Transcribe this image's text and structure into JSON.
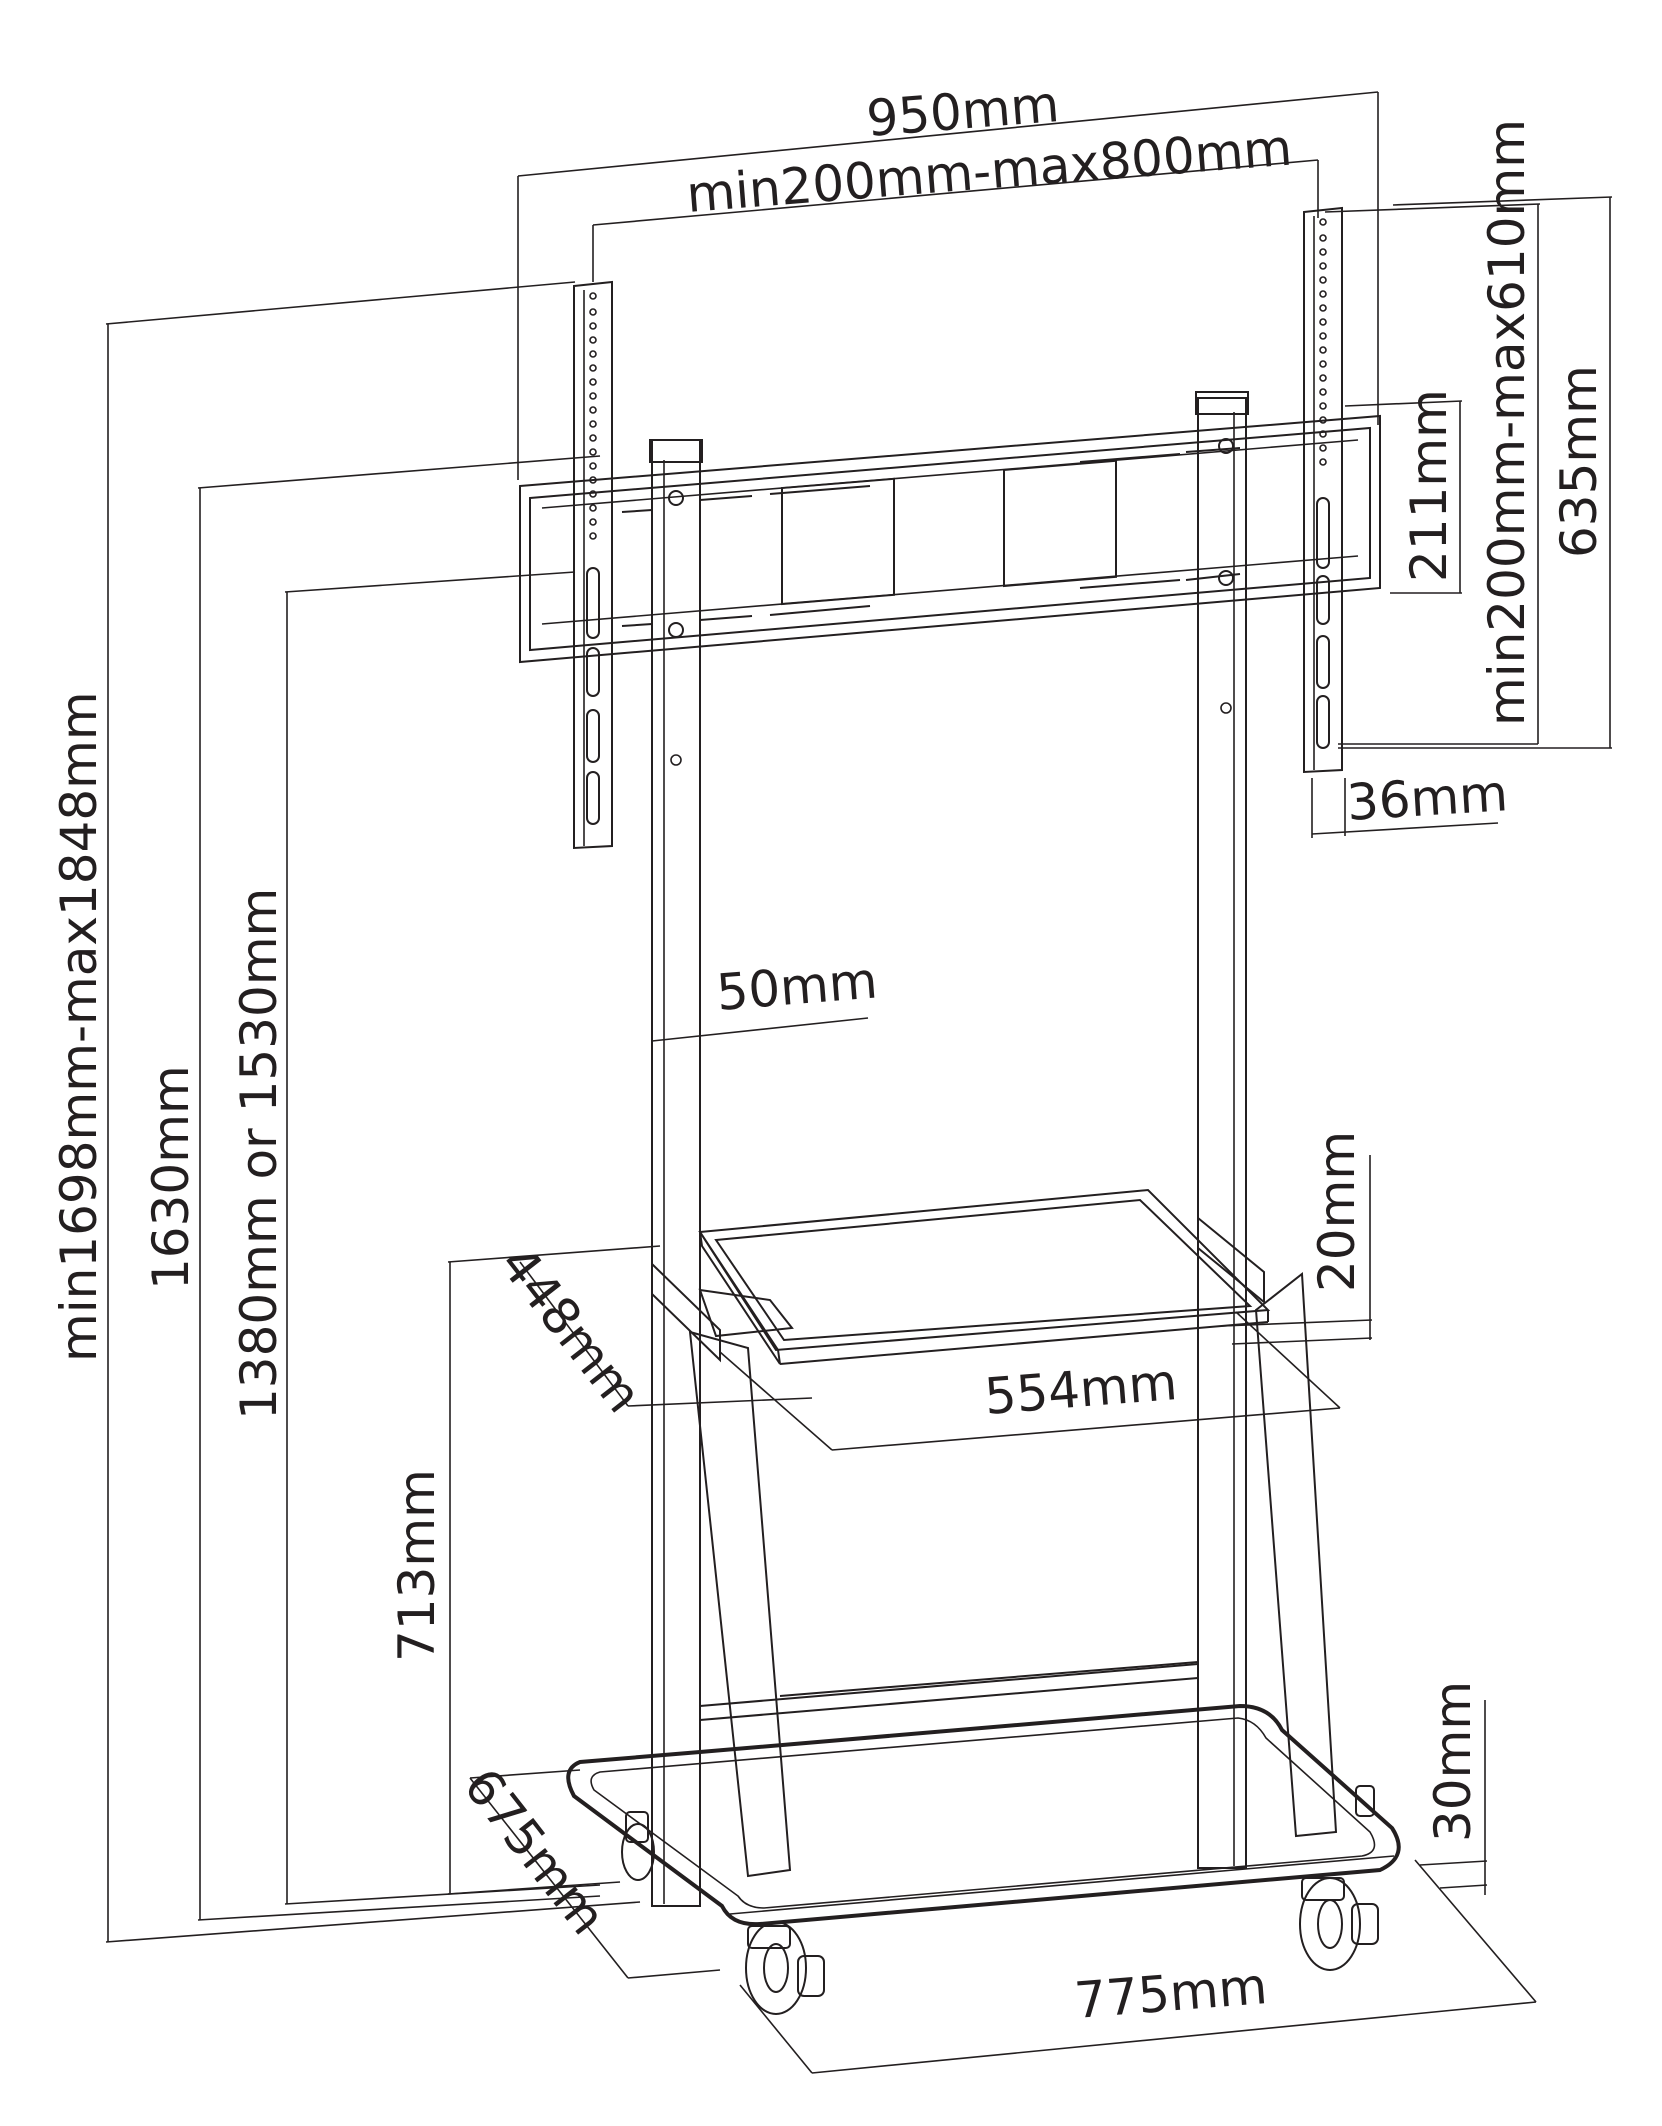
{
  "dimensions": {
    "overall_width": "950mm",
    "vesa_range_horizontal": "min200mm-max800mm",
    "vesa_range_vertical": "min200mm-max610mm",
    "bracket_height": "635mm",
    "crossbar_height": "211mm",
    "bracket_depth": "36mm",
    "pole_width": "50mm",
    "total_height_range": "min1698mm-max1848mm",
    "height_1630": "1630mm",
    "height_options": "1380mm or 1530mm",
    "shelf_thickness": "20mm",
    "shelf_depth": "448mm",
    "shelf_width": "554mm",
    "shelf_height": "713mm",
    "base_thickness": "30mm",
    "base_depth": "675mm",
    "base_width": "775mm"
  },
  "colors": {
    "line": "#231f20",
    "background": "#ffffff"
  }
}
